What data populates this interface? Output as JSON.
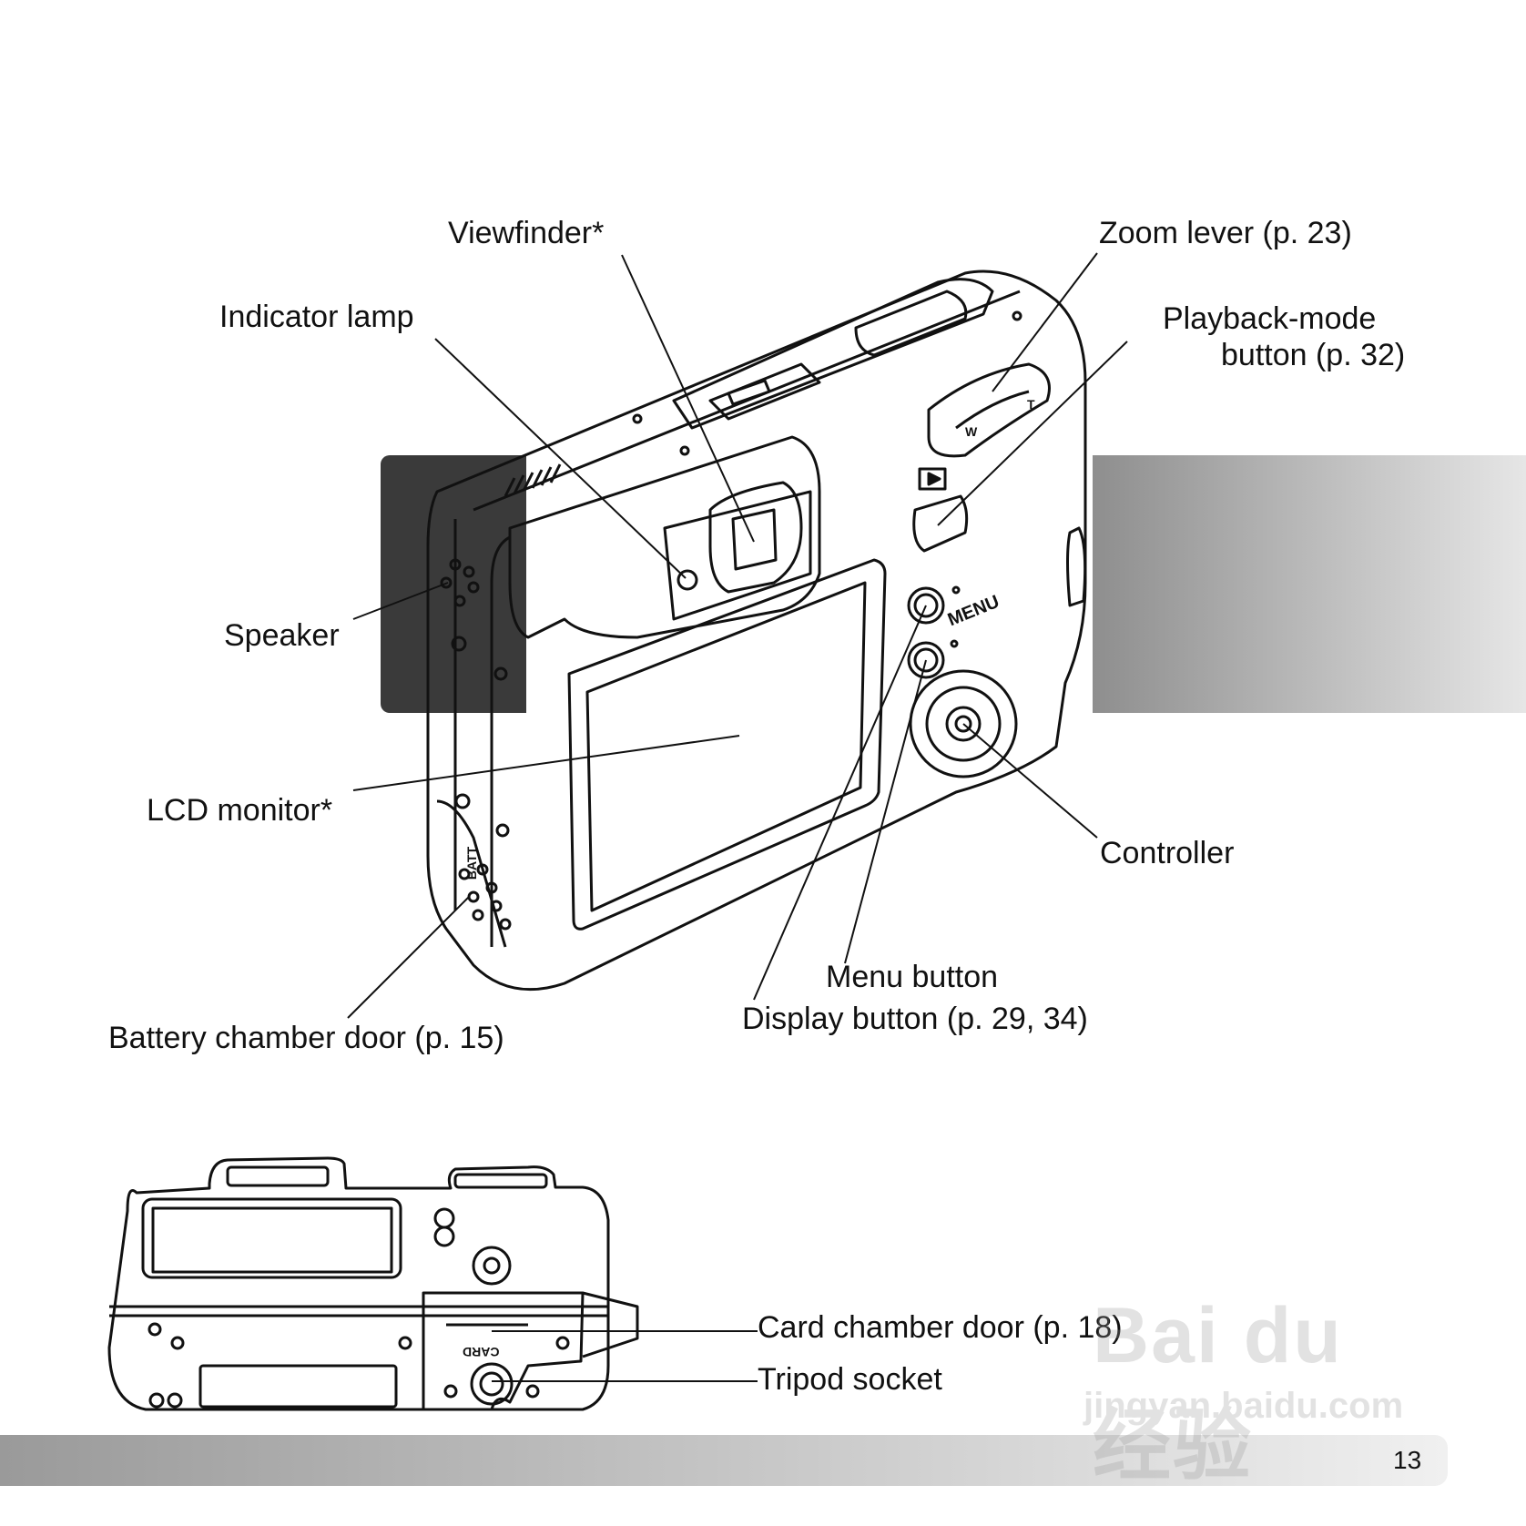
{
  "labels": {
    "viewfinder": "Viewfinder*",
    "zoom_lever": "Zoom lever (p. 23)",
    "indicator_lamp": "Indicator lamp",
    "playback_line1": "Playback-mode",
    "playback_line2": "button (p. 32)",
    "speaker": "Speaker",
    "lcd_monitor": "LCD monitor*",
    "controller": "Controller",
    "menu_button": "Menu button",
    "display_button": "Display button (p. 29, 34)",
    "battery_door": "Battery chamber door (p. 15)",
    "card_door": "Card chamber door (p. 18)",
    "tripod_socket": "Tripod socket"
  },
  "camera_markings": {
    "menu": "MENU",
    "card": "CARD",
    "batt": "BATT",
    "w": "W",
    "t": "T"
  },
  "page_number": "13",
  "watermark": {
    "brand": "Bai du 经验",
    "url": "jingyan.baidu.com"
  },
  "colors": {
    "band_dark": "#3a3a3a",
    "band_gradient_start": "#8e8e8e",
    "band_gradient_end": "#e6e6e6"
  }
}
